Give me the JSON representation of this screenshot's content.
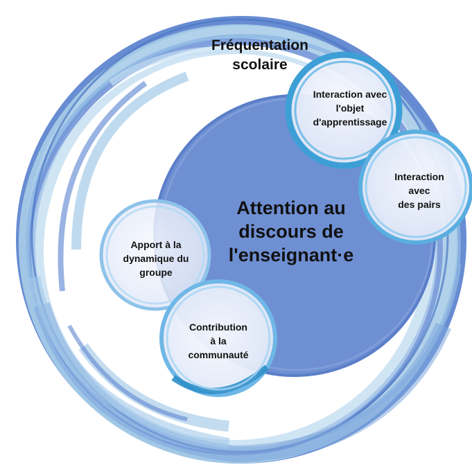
{
  "colors": {
    "outer_ring_dark": "#5f86d0",
    "outer_ring_light": "#a9cde8",
    "inner_circle": "#6e8fd2",
    "bubble_fill": "#eef2fb",
    "bubble_ring": "#4da3d8"
  },
  "diagram": {
    "outer_label": "Fréquentation\nscolaire",
    "center_label": "Attention au\ndiscours de\nl'enseignant·e",
    "bubbles": [
      {
        "id": "objet",
        "label": "Interaction avec\nl'objet\nd'apprentissage"
      },
      {
        "id": "pairs",
        "label": "Interaction\navec\ndes pairs"
      },
      {
        "id": "dynamique",
        "label": "Apport à la\ndynamique du\ngroupe"
      },
      {
        "id": "communaute",
        "label": "Contribution\nà la\ncommunauté"
      }
    ]
  }
}
